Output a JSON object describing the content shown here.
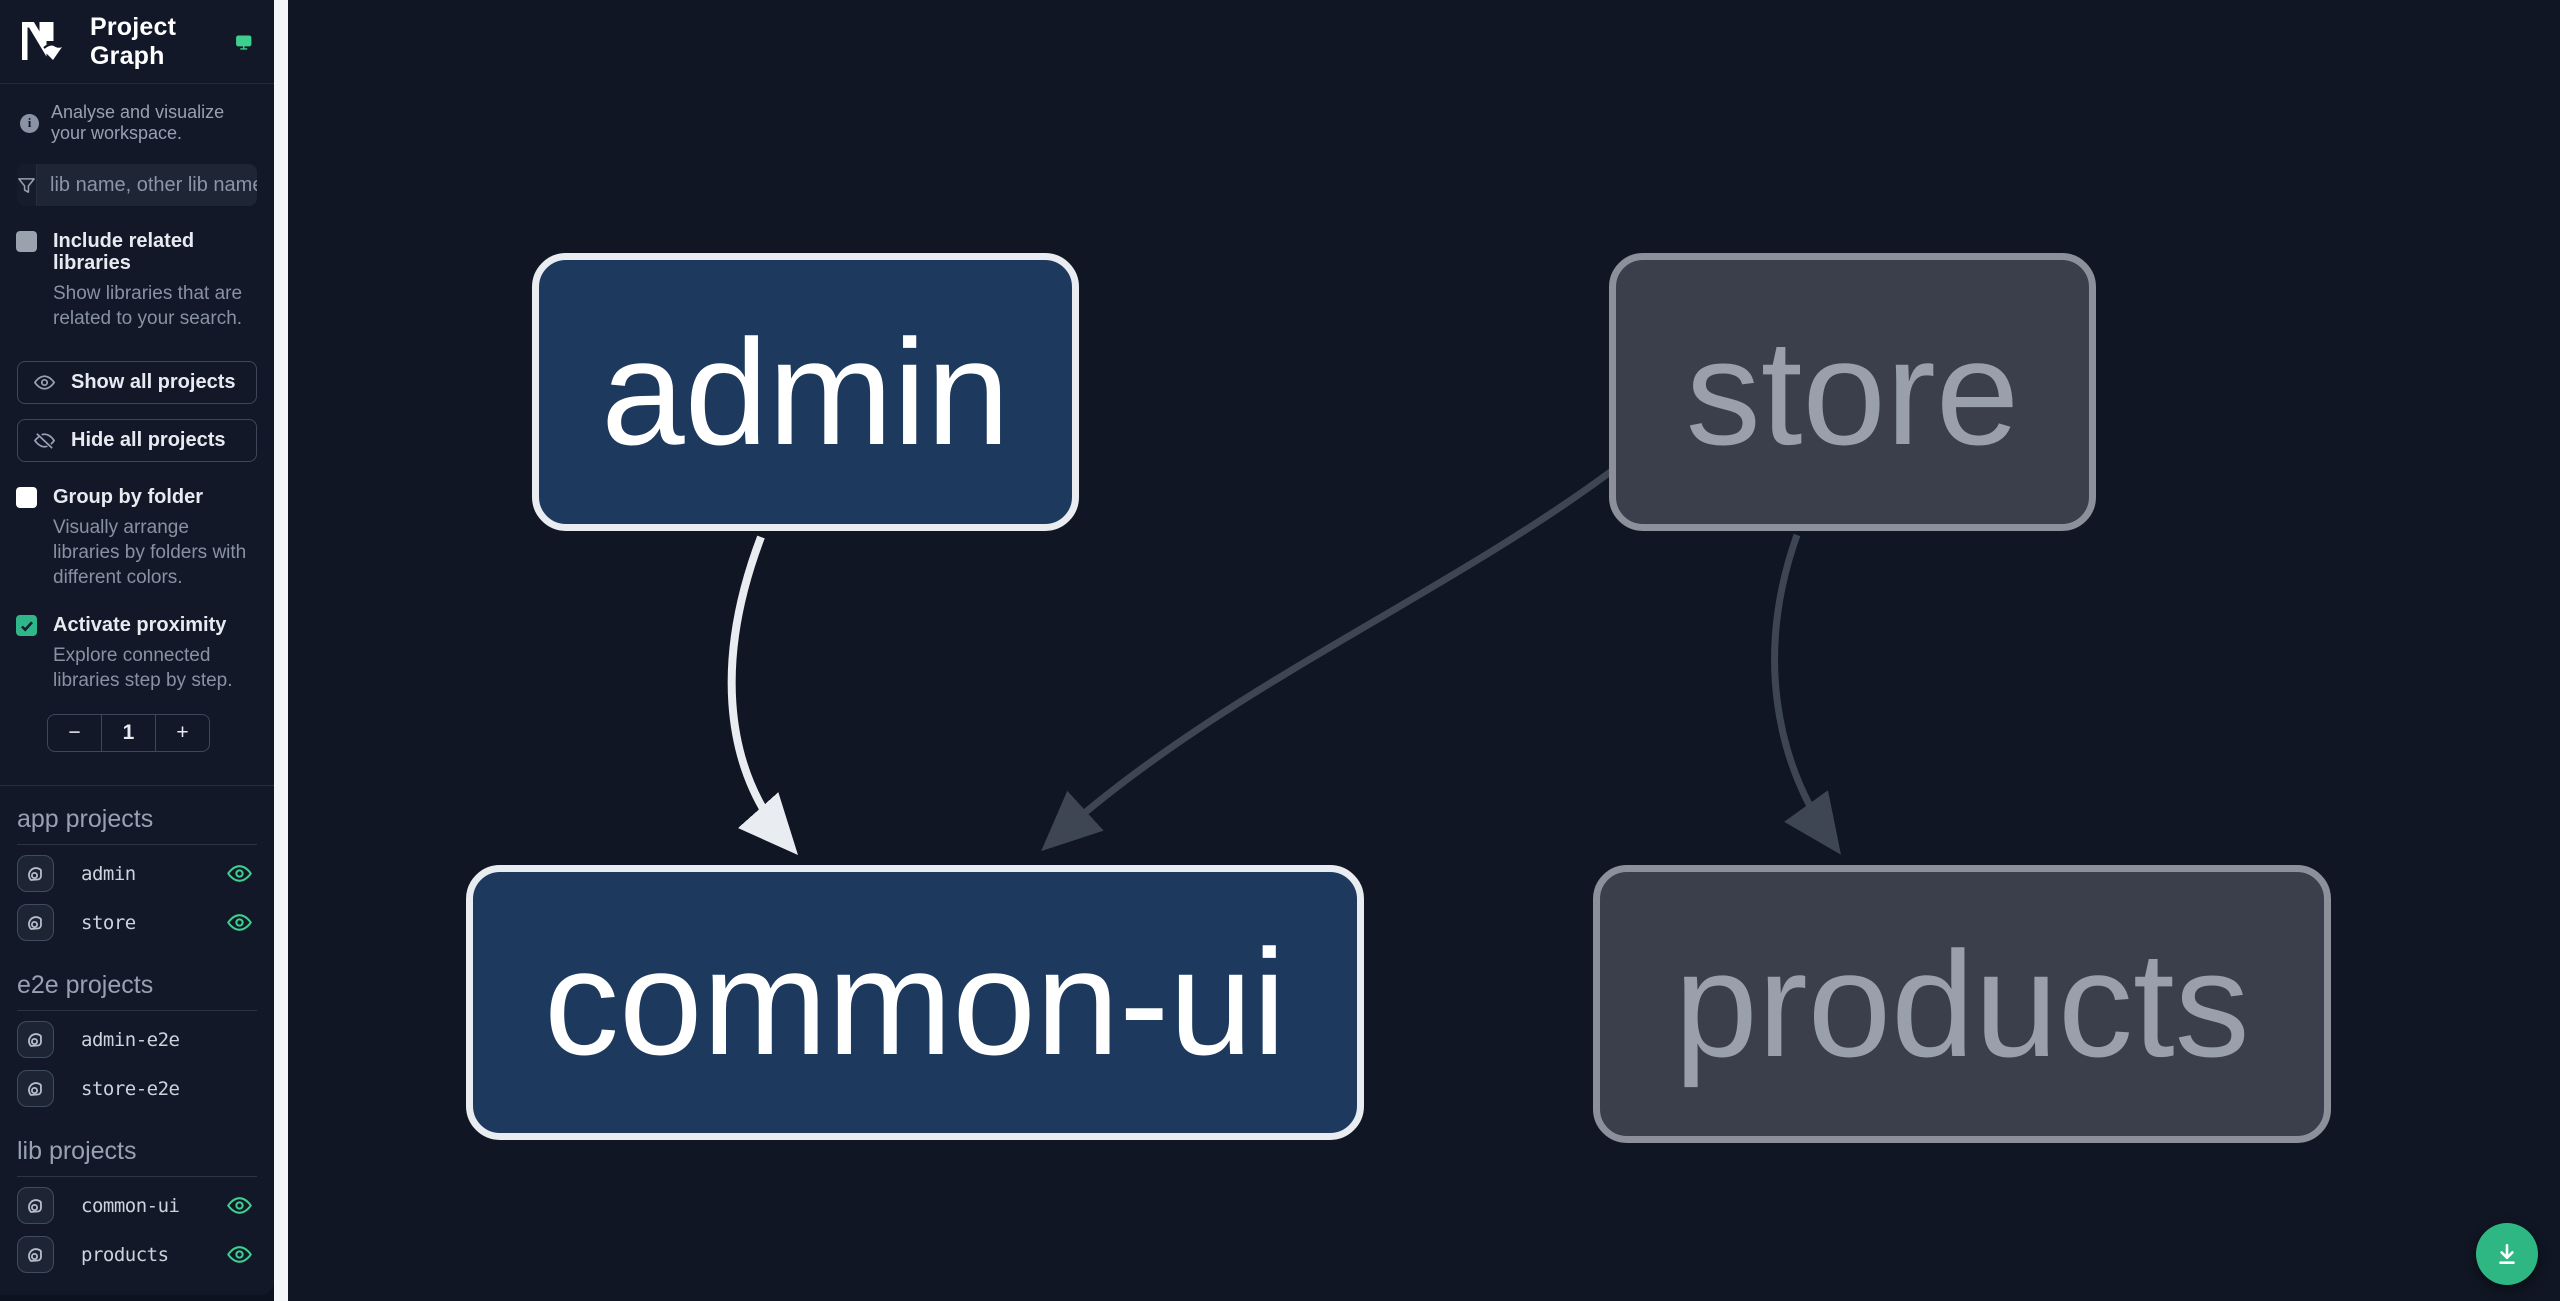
{
  "header": {
    "title": "Project Graph"
  },
  "info": {
    "text": "Analyse and visualize your workspace."
  },
  "filter": {
    "placeholder": "lib name, other lib name"
  },
  "options": [
    {
      "label": "Include related libraries",
      "description": "Show libraries that are related to your search.",
      "checked": false
    },
    {
      "label": "Group by folder",
      "description": "Visually arrange libraries by folders with different colors.",
      "checked": false
    },
    {
      "label": "Activate proximity",
      "description": "Explore connected libraries step by step.",
      "checked": true
    }
  ],
  "actions": {
    "show_all": "Show all projects",
    "hide_all": "Hide all projects"
  },
  "proximity": {
    "decrement": "−",
    "value": "1",
    "increment": "+"
  },
  "sections": [
    {
      "title": "app projects",
      "items": [
        {
          "name": "admin",
          "eye": true
        },
        {
          "name": "store",
          "eye": true
        }
      ]
    },
    {
      "title": "e2e projects",
      "items": [
        {
          "name": "admin-e2e",
          "eye": false
        },
        {
          "name": "store-e2e",
          "eye": false
        }
      ]
    },
    {
      "title": "lib projects",
      "items": [
        {
          "name": "common-ui",
          "eye": true
        },
        {
          "name": "products",
          "eye": true
        }
      ]
    }
  ],
  "graph": {
    "nodes": [
      {
        "id": "admin",
        "label": "admin",
        "state": "focused"
      },
      {
        "id": "store",
        "label": "store",
        "state": "unfocused"
      },
      {
        "id": "common-ui",
        "label": "common-ui",
        "state": "focused"
      },
      {
        "id": "products",
        "label": "products",
        "state": "unfocused"
      }
    ],
    "edges": [
      {
        "from": "admin",
        "to": "common-ui",
        "state": "highlighted"
      },
      {
        "from": "store",
        "to": "common-ui",
        "state": "dimmed"
      },
      {
        "from": "store",
        "to": "products",
        "state": "dimmed"
      }
    ]
  },
  "colors": {
    "accent_green": "#2eb783",
    "eye_green": "#3ecf8e",
    "node_focused_bg": "#1d3a5e",
    "node_focused_border": "#e9ecf0",
    "node_unfocused_bg": "#3a3f4b",
    "node_unfocused_border": "#8b909a",
    "edge_highlight": "#e9ecf0",
    "edge_dimmed": "#3e4654"
  }
}
